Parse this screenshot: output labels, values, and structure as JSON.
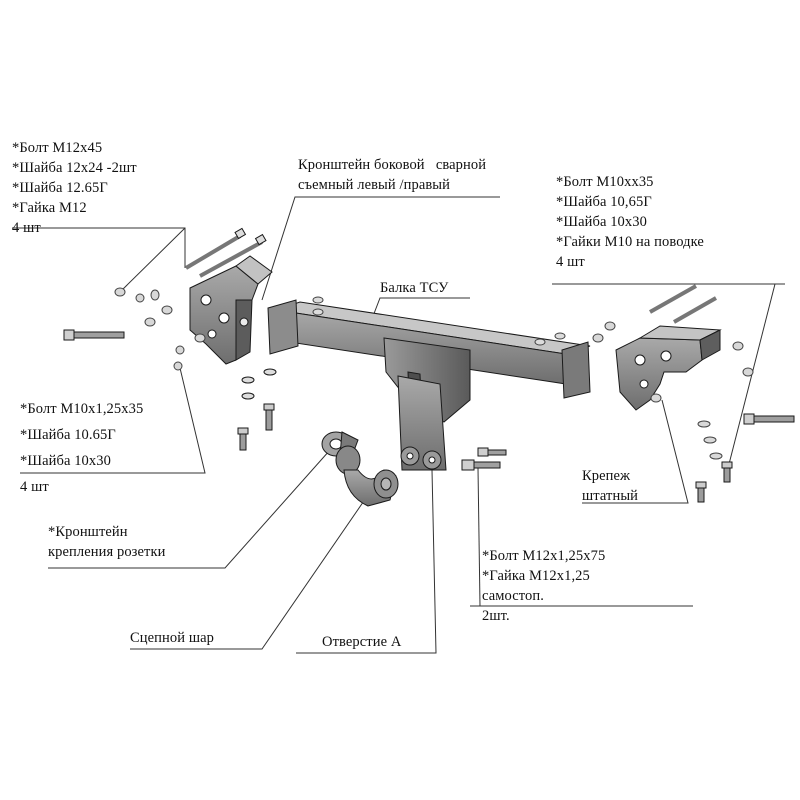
{
  "image": {
    "type": "exploded assembly drawing",
    "subject": "tow hitch kit"
  },
  "colors": {
    "line": "#1a1a1a",
    "part_fill": "#8a8a8a",
    "part_shade": "#5e5e5e",
    "part_light": "#b8b8b8",
    "leader": "#333333",
    "background": "#ffffff"
  },
  "callouts": {
    "top_left": {
      "lines": [
        "*Болт М12х45",
        "*Шайба 12х24 -2шт",
        "*Шайба 12.65Г",
        "*Гайка М12",
        "4 шт"
      ]
    },
    "bracket_side": {
      "lines": [
        "Кронштейн боковой   сварной",
        "съемный левый /правый"
      ]
    },
    "top_right": {
      "lines": [
        "*Болт М10хх35",
        "*Шайба 10,65Г",
        "*Шайба 10х30",
        "*Гайки М10 на поводке",
        "4 шт"
      ]
    },
    "beam": {
      "lines": [
        "Балка ТСУ"
      ]
    },
    "mid_left": {
      "lines": [
        "*Болт М10х1,25х35",
        "*Шайба 10.65Г",
        "*Шайба 10х30",
        "4 шт"
      ]
    },
    "standard_fastener": {
      "lines": [
        "Крепеж",
        "штатный"
      ]
    },
    "socket_bracket": {
      "lines": [
        "*Кронштейн",
        "крепления розетки"
      ]
    },
    "bottom_right": {
      "lines": [
        "*Болт М12х1,25х75",
        "*Гайка М12х1,25",
        "самостоп.",
        "2шт."
      ]
    },
    "ball": {
      "lines": [
        "Сцепной шар"
      ]
    },
    "hole_a": {
      "lines": [
        "Отверстие А"
      ]
    }
  }
}
